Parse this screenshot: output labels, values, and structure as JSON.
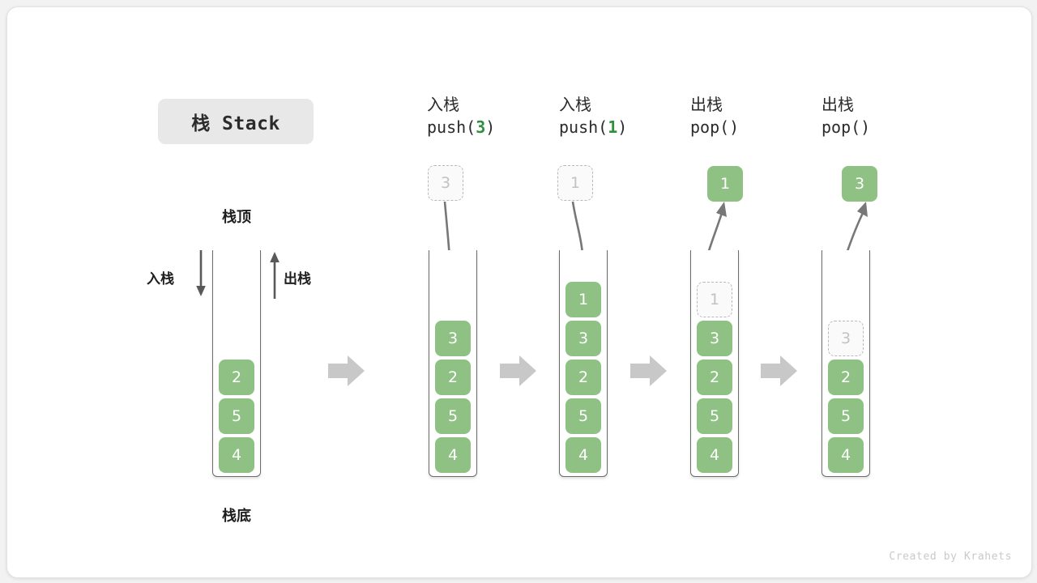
{
  "title": "栈 Stack",
  "labels": {
    "top": "栈顶",
    "bottom": "栈底",
    "push_side": "入栈",
    "pop_side": "出栈"
  },
  "colors": {
    "element": "#8ec183",
    "ghost_border": "#b9b9b9",
    "ghost_fill": "#fafafa",
    "accent_number": "#2f8f3e",
    "connector": "#c8c8c8",
    "tube_border": "#6b6b6b",
    "chip_bg": "#e8e8e8",
    "canvas": "#ffffff"
  },
  "stages": [
    {
      "id": "initial",
      "header_line1": "",
      "header_line2": "",
      "header_arg": "",
      "stack": [
        {
          "value": "4",
          "state": "solid"
        },
        {
          "value": "5",
          "state": "solid"
        },
        {
          "value": "2",
          "state": "solid"
        }
      ],
      "floating": null
    },
    {
      "id": "push-3",
      "header_line1": "入栈",
      "header_line2": "push(",
      "header_arg": "3",
      "header_line2_end": ")",
      "stack": [
        {
          "value": "4",
          "state": "solid"
        },
        {
          "value": "5",
          "state": "solid"
        },
        {
          "value": "2",
          "state": "solid"
        },
        {
          "value": "3",
          "state": "solid"
        }
      ],
      "floating": {
        "value": "3",
        "state": "ghost",
        "direction": "down"
      }
    },
    {
      "id": "push-1",
      "header_line1": "入栈",
      "header_line2": "push(",
      "header_arg": "1",
      "header_line2_end": ")",
      "stack": [
        {
          "value": "4",
          "state": "solid"
        },
        {
          "value": "5",
          "state": "solid"
        },
        {
          "value": "2",
          "state": "solid"
        },
        {
          "value": "3",
          "state": "solid"
        },
        {
          "value": "1",
          "state": "solid"
        }
      ],
      "floating": {
        "value": "1",
        "state": "ghost",
        "direction": "down"
      }
    },
    {
      "id": "pop-1",
      "header_line1": "出栈",
      "header_line2": "pop()",
      "header_arg": "",
      "header_line2_end": "",
      "stack": [
        {
          "value": "4",
          "state": "solid"
        },
        {
          "value": "5",
          "state": "solid"
        },
        {
          "value": "2",
          "state": "solid"
        },
        {
          "value": "3",
          "state": "solid"
        },
        {
          "value": "1",
          "state": "ghost"
        }
      ],
      "floating": {
        "value": "1",
        "state": "solid",
        "direction": "up"
      }
    },
    {
      "id": "pop-3",
      "header_line1": "出栈",
      "header_line2": "pop()",
      "header_arg": "",
      "header_line2_end": "",
      "stack": [
        {
          "value": "4",
          "state": "solid"
        },
        {
          "value": "5",
          "state": "solid"
        },
        {
          "value": "2",
          "state": "solid"
        },
        {
          "value": "3",
          "state": "ghost"
        }
      ],
      "floating": {
        "value": "3",
        "state": "solid",
        "direction": "up"
      }
    }
  ],
  "footer": "Created by Krahets"
}
